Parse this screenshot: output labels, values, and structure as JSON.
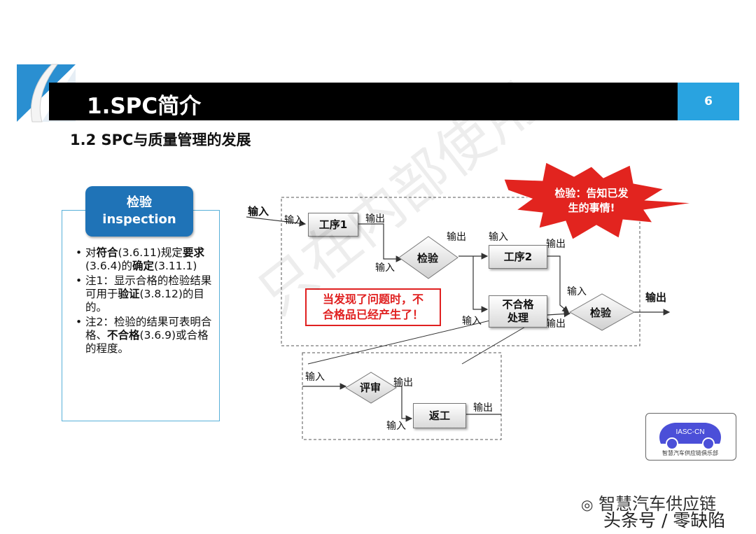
{
  "header": {
    "title": "1.SPC简介",
    "page_number": "6"
  },
  "subtitle": "1.2 SPC与质量管理的发展",
  "definition": {
    "term_cn": "检验",
    "term_en": "inspection",
    "bullets": [
      [
        "对",
        "符合",
        "(3.6.11)规定",
        "要求",
        "(3.6.4)的",
        "确定",
        "(3.11.1)"
      ],
      [
        "注1：显示合格的检验结果可用于",
        "验证",
        "(3.8.12)的目的。"
      ],
      [
        "注2：检验的结果可表明合格、",
        "不合格",
        "(3.6.9)或合格的程度。"
      ]
    ]
  },
  "diagram": {
    "input_main": "输入",
    "output_main": "输出",
    "in_label": "输入",
    "out_label": "输出",
    "proc1": "工序1",
    "proc2": "工序2",
    "inspect": "检验",
    "nonconform_1": "不合格",
    "nonconform_2": "处理",
    "review": "评审",
    "rework": "返工",
    "warning_line1": "当发现了问题时，不",
    "warning_line2": "合格品已经产生了！",
    "burst_line1": "检验：告知已发",
    "burst_line2": "生的事情!"
  },
  "logo": {
    "text": "IASC-CN",
    "subtext": "智慧汽车供应链俱乐部"
  },
  "footer": {
    "wechat_name": "智慧汽车供应链",
    "account": "头条号 / 零缺陷"
  },
  "watermark": "只在内部使用",
  "colors": {
    "header_bg": "#000000",
    "page_badge": "#29a3e0",
    "term_badge": "#1f73b7",
    "warning": "#e02020",
    "logo_blue": "#4b4fd8"
  }
}
